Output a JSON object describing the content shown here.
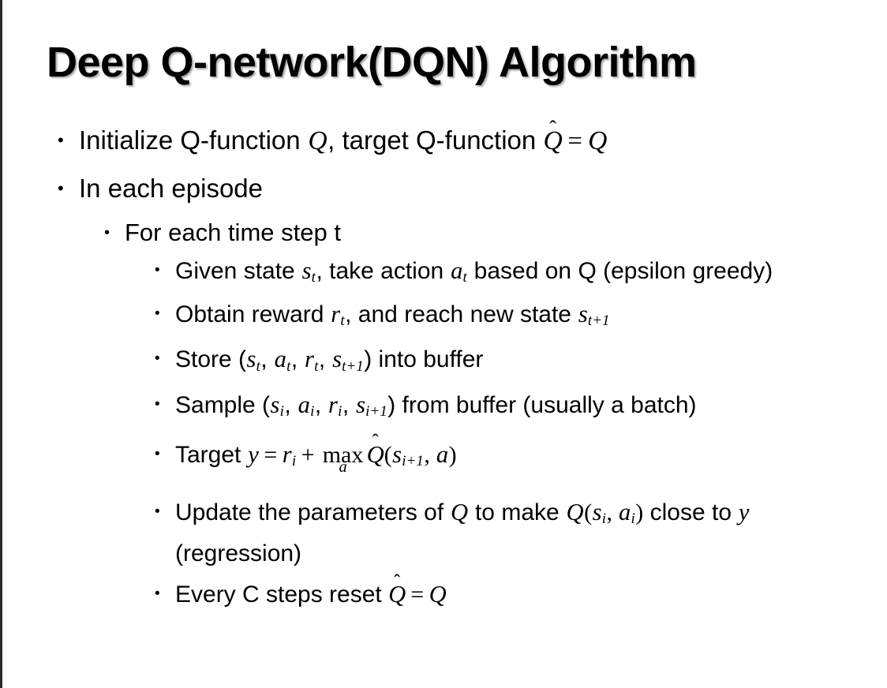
{
  "slide": {
    "title": "Deep Q-network(DQN) Algorithm",
    "background_color": "#ffffff",
    "text_color": "#000000",
    "border_color": "#2b2b2b"
  },
  "bullets": {
    "b1": {
      "marker": "•",
      "pre": "Initialize Q-function ",
      "sym_q1": "Q",
      "mid": ", target Q-function ",
      "sym_qhat": "Q",
      "hat": "̂",
      "eq": "=",
      "sym_q2": "Q"
    },
    "b2": {
      "marker": "•",
      "text": "In each episode"
    },
    "b3": {
      "marker": "•",
      "text": "For each time step t"
    },
    "b4": {
      "marker": "•",
      "pre": "Given state ",
      "sym_s": "s",
      "sub_s": "t",
      "mid": ", take action ",
      "sym_a": "a",
      "sub_a": "t",
      "post": " based on Q (epsilon greedy)"
    },
    "b5": {
      "marker": "•",
      "pre": "Obtain reward ",
      "sym_r": "r",
      "sub_r": "t",
      "mid": ", and reach new state ",
      "sym_s2": "s",
      "sub_s2": "t+1"
    },
    "b6": {
      "marker": "•",
      "pre": "Store (",
      "sym_s": "s",
      "sub_s": "t",
      "c1": ", ",
      "sym_a": "a",
      "sub_a": "t",
      "c2": ", ",
      "sym_r": "r",
      "sub_r": "t",
      "c3": ", ",
      "sym_s2": "s",
      "sub_s2": "t+1",
      "post": ") into buffer"
    },
    "b7": {
      "marker": "•",
      "pre": "Sample (",
      "sym_s": "s",
      "sub_s": "i",
      "c1": ", ",
      "sym_a": "a",
      "sub_a": "i",
      "c2": ", ",
      "sym_r": "r",
      "sub_r": "i",
      "c3": ", ",
      "sym_s2": "s",
      "sub_s2": "i+1",
      "post": ") from buffer (usually a batch)"
    },
    "b8": {
      "marker": "•",
      "pre": "Target ",
      "sym_y": "y",
      "eq": "=",
      "sym_r": "r",
      "sub_r": "i",
      "plus": "+",
      "maxop": "max",
      "maxlim": "a",
      "sym_qhat": "Q",
      "hat": "̂",
      "open": "(",
      "sym_s": "s",
      "sub_s": "i+1",
      "comma": ", ",
      "sym_a": "a",
      "close": ")"
    },
    "b9": {
      "marker": "•",
      "pre": "Update the parameters of ",
      "sym_q1": "Q",
      "mid": " to make ",
      "sym_q2": "Q",
      "open": "(",
      "sym_s": "s",
      "sub_s": "i",
      "comma": ", ",
      "sym_a": "a",
      "sub_a": "i",
      "close": ")",
      "post": " close to ",
      "sym_y": "y",
      "tail": " (regression)"
    },
    "b10": {
      "marker": "•",
      "pre": "Every C steps reset ",
      "sym_qhat": "Q",
      "hat": "̂",
      "eq": "=",
      "sym_q": "Q"
    }
  }
}
